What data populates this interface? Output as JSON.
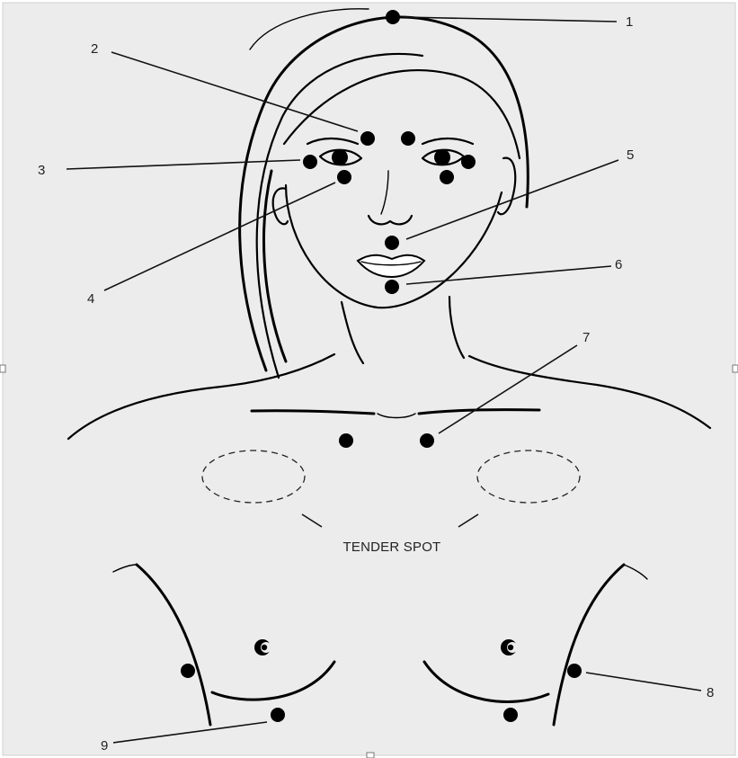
{
  "figure": {
    "caption": "TENDER SPOT",
    "labels": [
      "1",
      "2",
      "3",
      "4",
      "5",
      "6",
      "7",
      "8",
      "9"
    ]
  },
  "colors": {
    "background": "#ececec",
    "ink": "#000000",
    "lips": "#ffffff"
  },
  "icons": {
    "points": "filled-circle",
    "tender_spots": "dashed-ellipse"
  }
}
